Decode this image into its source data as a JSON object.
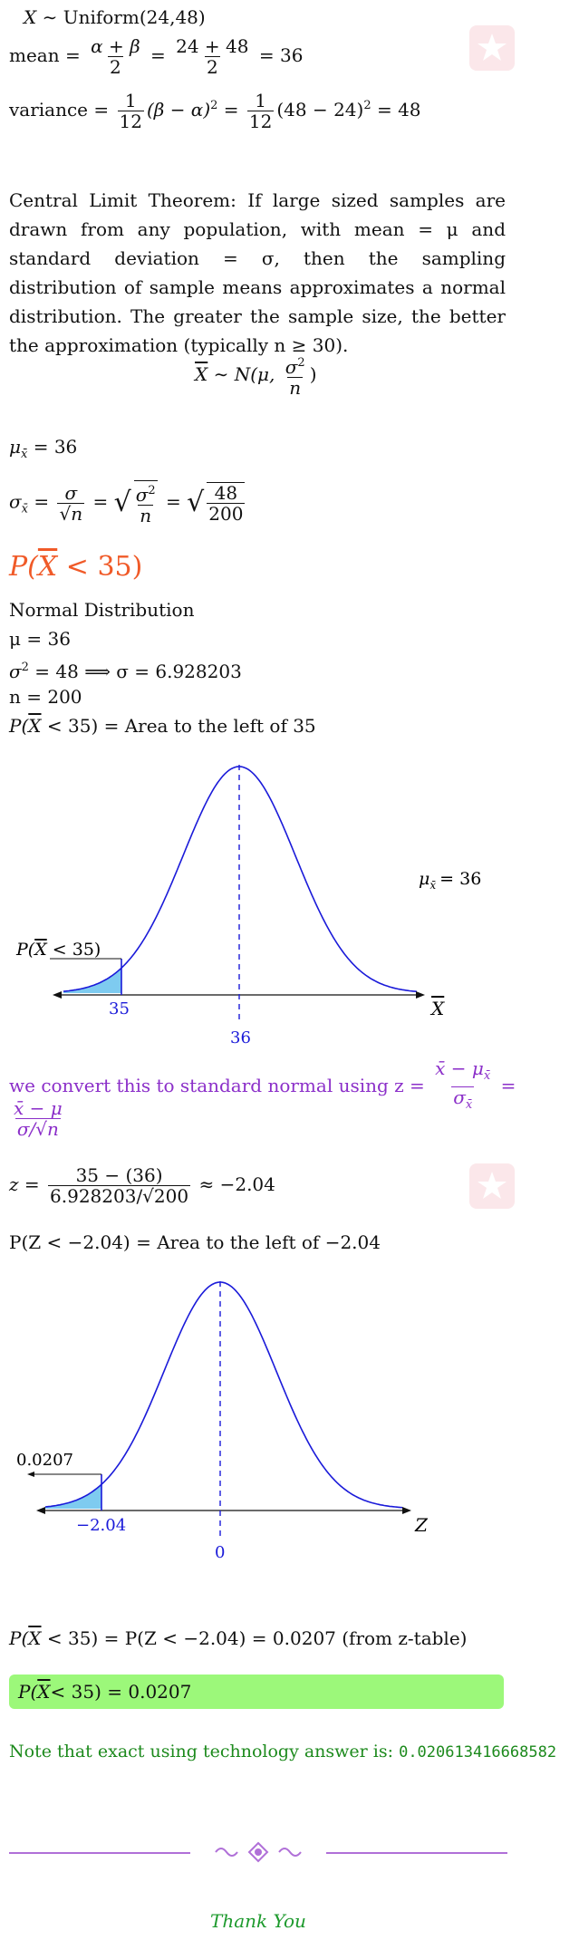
{
  "distribution": {
    "x": "X",
    "sim": "∼",
    "name": "Uniform(24,48)",
    "mean_label": "mean",
    "mean_num1": "α + β",
    "mean_den": "2",
    "mean_num2": "24 + 48",
    "mean_result": "= 36",
    "variance_label": "variance",
    "var_one": "1",
    "var_twelve": "12",
    "var_expr1": "(β − α)",
    "var_expr2": "(48 − 24)",
    "var_sq": "2",
    "var_result": "= 48"
  },
  "clt": {
    "text": "Central Limit Theorem: If large sized samples are drawn from any population, with mean = μ and standard deviation = σ, then the sampling distribution of sample means approximates a normal distribution. The greater the sample size, the better the approximation (typically n ≥ 30).",
    "xbar": "X",
    "sim": "∼ N(μ,",
    "sigma_sq": "σ",
    "two": "2",
    "n": "n",
    "close": ")"
  },
  "params": {
    "mu_label": "μ",
    "xbar_sub": "x̄",
    "mu_value": "= 36",
    "sigma_label": "σ",
    "sigma_eq": "=",
    "sigma": "σ",
    "sqrt_n": "√n",
    "sq_sigma2": "σ",
    "two": "2",
    "n": "n",
    "num48": "48",
    "den200": "200"
  },
  "heading": {
    "p": "P(",
    "x": "X",
    "rest": " < 35)"
  },
  "normal": {
    "title": "Normal Distribution",
    "mu": "μ = 36",
    "sigma_sq": "σ",
    "two": "2",
    "sigma_rest": "= 48 ⟹ σ = 6.928203",
    "n": "n = 200",
    "area_p": "P(",
    "area_x": "X",
    "area_rest": " < 35) = Area to the left of 35"
  },
  "chart1": {
    "mu_label": "μ",
    "mu_sub": "x̄",
    "mu_value": "= 36",
    "p_label_p": "P(",
    "p_label_x": "X",
    "p_label_rest": " < 35)",
    "tick_35": "35",
    "tick_36": "36",
    "axis_label": "X"
  },
  "convert": {
    "text": "we convert this to standard normal using z =",
    "num1": "x̄ − μ",
    "num1_sub": "x̄",
    "den1": "σ",
    "den1_sub": "x̄",
    "eq": "=",
    "num2": "x̄ − μ",
    "den2": "σ/√n"
  },
  "zcalc": {
    "z": "z =",
    "num": "35 − (36)",
    "den": "6.928203/√200",
    "approx": "≈ −2.04"
  },
  "zarea": {
    "text": "P(Z < −2.04) = Area to the left of −2.04"
  },
  "chart2": {
    "area_value": "0.0207",
    "tick_z": "−2.04",
    "tick_0": "0",
    "axis_label": "Z"
  },
  "result": {
    "p": "P(",
    "x": "X",
    "rest": " < 35) = P(Z < −2.04) = 0.0207 (from z-table)",
    "box_p": "P(",
    "box_x": "X",
    "box_rest": " < 35) = 0.0207",
    "note": "Note that exact using technology answer is:",
    "note_value": "0.020613416668582"
  },
  "footer": {
    "thanks": "Thank You"
  },
  "colors": {
    "accent_orange": "#f05a28",
    "purple": "#8b2fc9",
    "green_text": "#1d8a1d",
    "answer_bg": "#9cf87a",
    "curve_blue": "#1a1ad9",
    "shade_blue": "#7ecbf0"
  }
}
